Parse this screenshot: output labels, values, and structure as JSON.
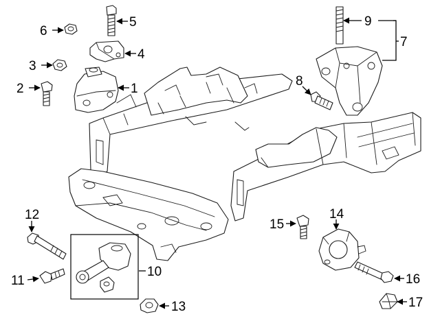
{
  "callouts": [
    "1",
    "2",
    "3",
    "4",
    "5",
    "6",
    "7",
    "8",
    "9",
    "10",
    "11",
    "12",
    "13",
    "14",
    "15",
    "16",
    "17"
  ],
  "colors": {
    "line": "#000000",
    "background": "#ffffff"
  }
}
